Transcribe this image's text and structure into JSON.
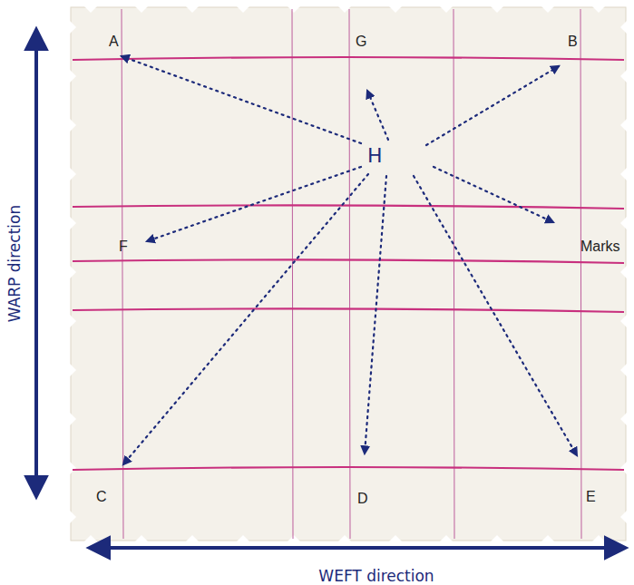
{
  "diagram": {
    "labels": [
      "A",
      "G",
      "B",
      "Marks",
      "C",
      "D",
      "E",
      "H",
      "F",
      "WARP direction",
      "WEFT direction"
    ]
  }
}
